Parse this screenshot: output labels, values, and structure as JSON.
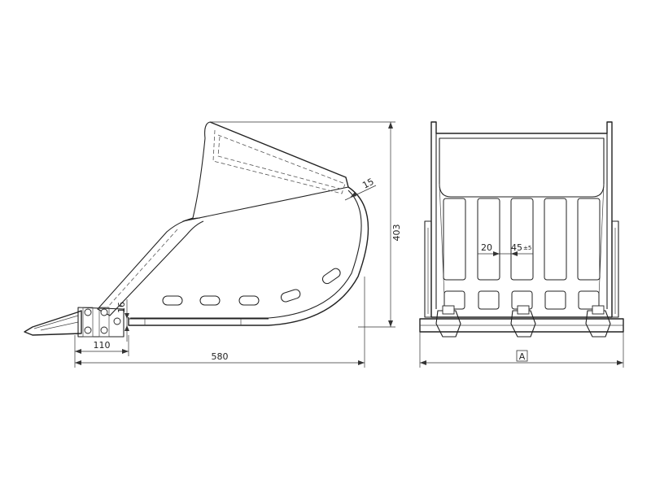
{
  "side_view": {
    "dim_height": "403",
    "dim_thickness": "15",
    "dim_lip": "16",
    "dim_tooth_len": "110",
    "dim_depth": "580"
  },
  "front_view": {
    "dim_spacing": "20",
    "dim_bar": "45",
    "dim_bar_tol": "±5",
    "dim_width": "A"
  }
}
